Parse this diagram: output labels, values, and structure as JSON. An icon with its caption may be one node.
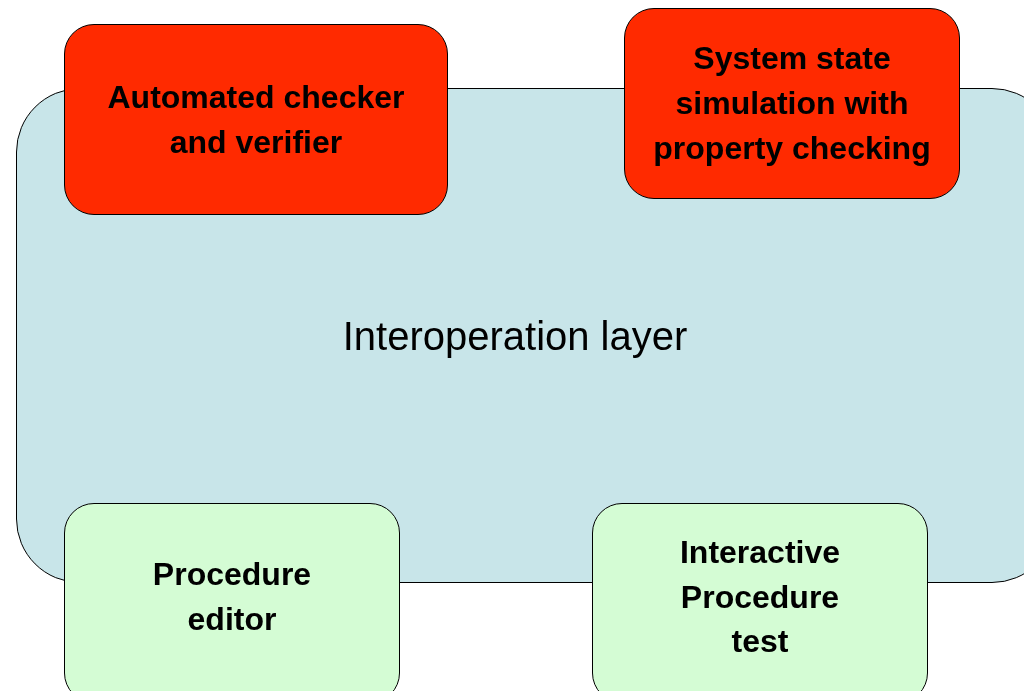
{
  "diagram": {
    "nodes": [
      {
        "text": [
          "Interoperation layer"
        ]
      },
      {
        "text": [
          "Automated checker and verifier"
        ]
      },
      {
        "text": [
          "System state simulation with property checking"
        ]
      },
      {
        "text": [
          "Procedure editor"
        ]
      },
      {
        "text": [
          "Interactive Procedure test"
        ]
      }
    ]
  }
}
